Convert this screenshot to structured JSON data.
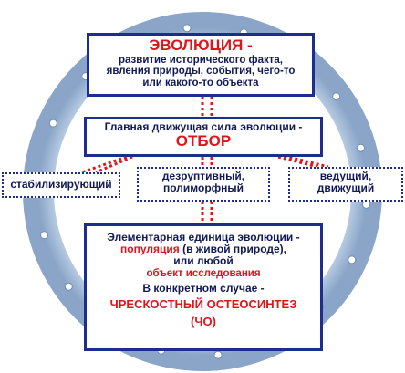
{
  "evolution": {
    "title": "ЭВОЛЮЦИЯ -",
    "definition_line1": "развитие исторического факта,",
    "definition_line2": "явления природы, события, чего-то",
    "definition_line3": "или какого-то объекта"
  },
  "selection": {
    "line1": "Главная движущая сила эволюции -",
    "line2": "ОТБОР"
  },
  "forms": {
    "stabilizing": "стабилизирующий",
    "disruptive_line1": "дезруптивный,",
    "disruptive_line2": "полиморфный",
    "leading_line1": "ведущий,",
    "leading_line2": "движущий"
  },
  "unit": {
    "line1": "Элементарная единица эволюции -",
    "line2_red": "популяция",
    "line2_blue": " (в живой природе),",
    "line3": "или любой",
    "line4": "объект исследования",
    "line5": "В конкретном случае -",
    "line6": "ЧРЕСКОСТНЫЙ ОСТЕОСИНТЕЗ",
    "line7": "(ЧО)"
  },
  "colors": {
    "ring": "#a9c0db",
    "ring_edge": "#8aa5c8",
    "border": "#1c2d8f",
    "accent_red": "#e0141b",
    "text": "#111a55"
  }
}
